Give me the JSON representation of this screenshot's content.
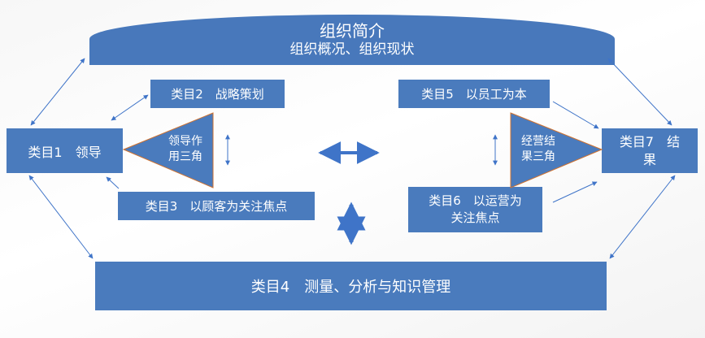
{
  "header": {
    "title": "组织简介",
    "subtitle": "组织概况、组织现状"
  },
  "categories": {
    "c1": "类目1　领导",
    "c2": "类目2　战略策划",
    "c3": "类目3　以顾客为关注焦点",
    "c4": "类目4　测量、分析与知识管理",
    "c5": "类目5　以员工为本",
    "c6_line1": "类目6　以运营为",
    "c6_line2": "关注焦点",
    "c7_line1": "类目7　结",
    "c7_line2": "果"
  },
  "triangles": {
    "left_line1": "领导作",
    "left_line2": "用三角",
    "right_line1": "经营结",
    "right_line2": "果三角"
  },
  "colors": {
    "box": "#4a7bbd",
    "triangle_left": "#4a7bbd",
    "triangle_right": "#4a7bbd",
    "arrow": "#3f74c8",
    "text": "#ffffff"
  }
}
